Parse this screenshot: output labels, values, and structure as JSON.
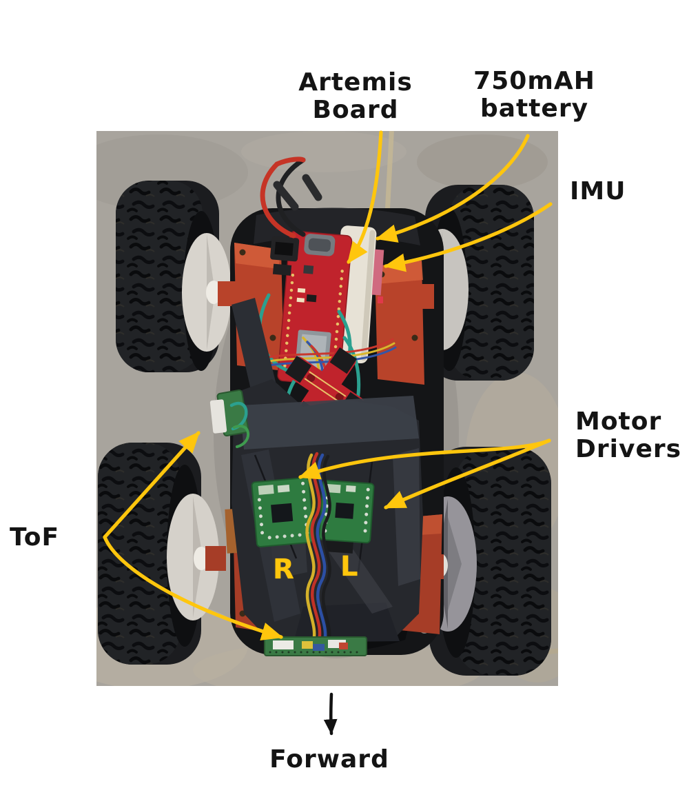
{
  "annotations": {
    "arrow_color": "#ffc60d",
    "handwriting_color": "#141414",
    "labels": {
      "artemis": {
        "line1": "Artemis",
        "line2": "Board"
      },
      "battery": {
        "line1": "750mAH",
        "line2": "battery"
      },
      "imu": "IMU",
      "motor_drivers": {
        "line1": "Motor",
        "line2": "Drivers"
      },
      "tof": "ToF",
      "forward": "Forward"
    },
    "photo_markers": {
      "right_driver": "R",
      "left_driver": "L"
    },
    "arrows": [
      "artemis-arrow",
      "battery-arrow",
      "imu-arrow",
      "motor-driver-right-arrow",
      "motor-driver-left-arrow",
      "tof-side-arrow",
      "tof-front-arrow",
      "forward-direction-arrow"
    ]
  }
}
